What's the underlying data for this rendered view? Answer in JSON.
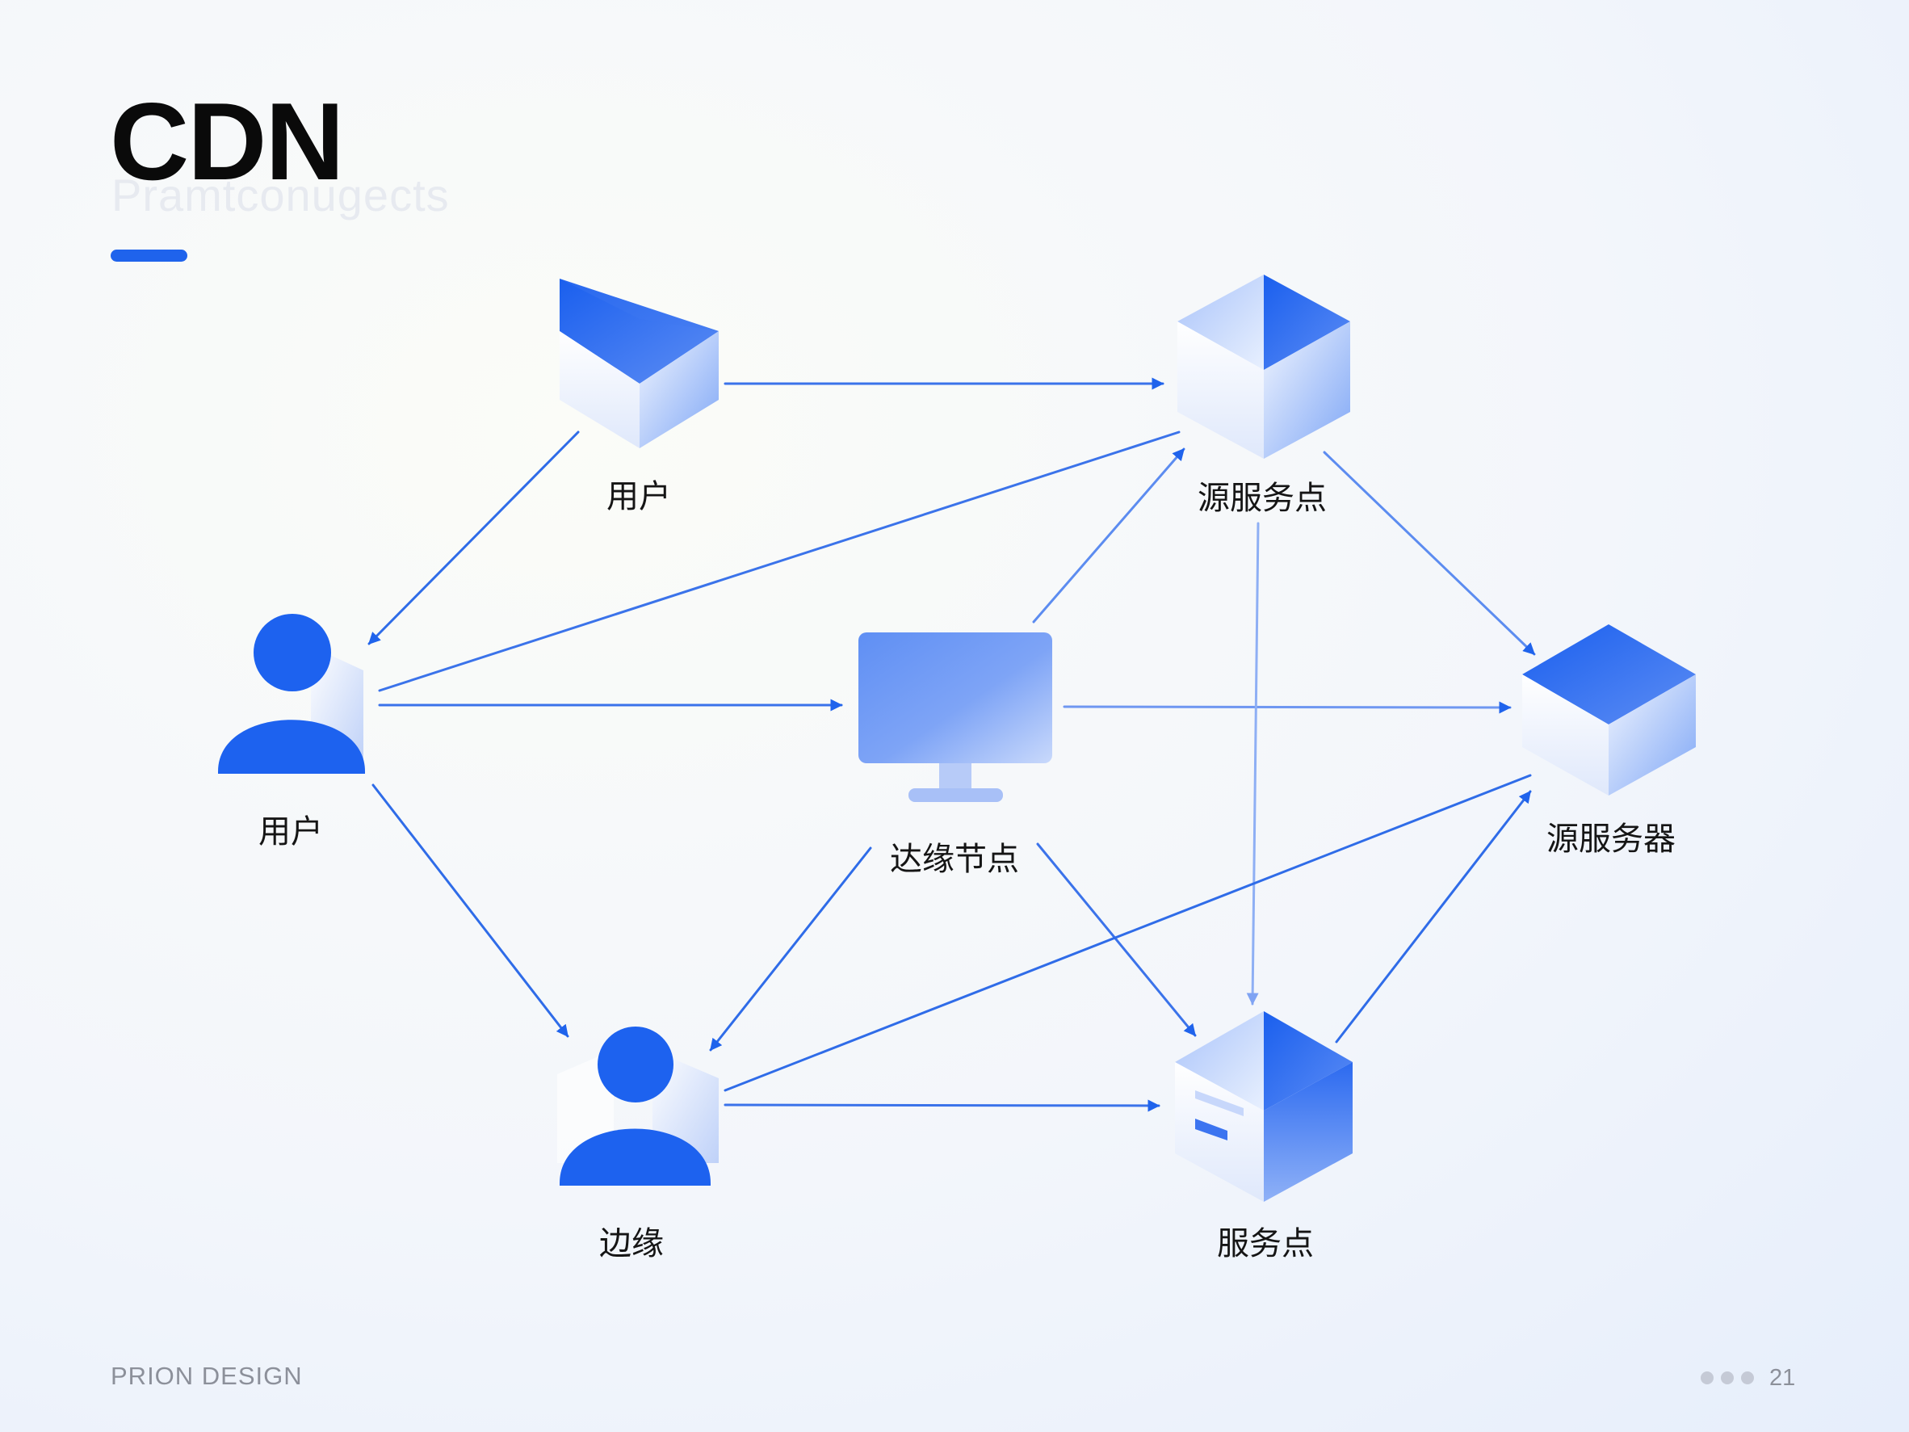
{
  "slide": {
    "title": "CDN",
    "subtitle": "Pramtconugects",
    "footer_brand": "PRION DESIGN",
    "page_number": "21"
  },
  "colors": {
    "accent": "#1f63ec",
    "connector": "#2f6ce8",
    "text": "#151515"
  },
  "nodes": [
    {
      "id": "cube-top-left",
      "label": "用户",
      "icon": "cube-icon"
    },
    {
      "id": "cube-top-right",
      "label": "源服务点",
      "icon": "cube-icon"
    },
    {
      "id": "user-left",
      "label": "用户",
      "icon": "user-icon"
    },
    {
      "id": "monitor-center",
      "label": "达缘节点",
      "icon": "monitor-icon"
    },
    {
      "id": "cube-right",
      "label": "源服务器",
      "icon": "cube-icon"
    },
    {
      "id": "user-bottom",
      "label": "边缘",
      "icon": "user-icon"
    },
    {
      "id": "server-bottom-right",
      "label": "服务点",
      "icon": "server-cube-icon"
    }
  ],
  "edges": [
    {
      "from": "cube-top-left",
      "to": "cube-top-right"
    },
    {
      "from": "cube-top-left",
      "to": "user-left"
    },
    {
      "from": "user-left",
      "to": "cube-top-right"
    },
    {
      "from": "user-left",
      "to": "monitor-center"
    },
    {
      "from": "user-left",
      "to": "user-bottom"
    },
    {
      "from": "monitor-center",
      "to": "cube-top-right"
    },
    {
      "from": "monitor-center",
      "to": "cube-right"
    },
    {
      "from": "monitor-center",
      "to": "user-bottom"
    },
    {
      "from": "monitor-center",
      "to": "server-bottom-right"
    },
    {
      "from": "cube-top-right",
      "to": "cube-right"
    },
    {
      "from": "cube-top-right",
      "to": "server-bottom-right"
    },
    {
      "from": "user-bottom",
      "to": "server-bottom-right"
    },
    {
      "from": "user-bottom",
      "to": "cube-right"
    },
    {
      "from": "server-bottom-right",
      "to": "cube-right"
    }
  ]
}
